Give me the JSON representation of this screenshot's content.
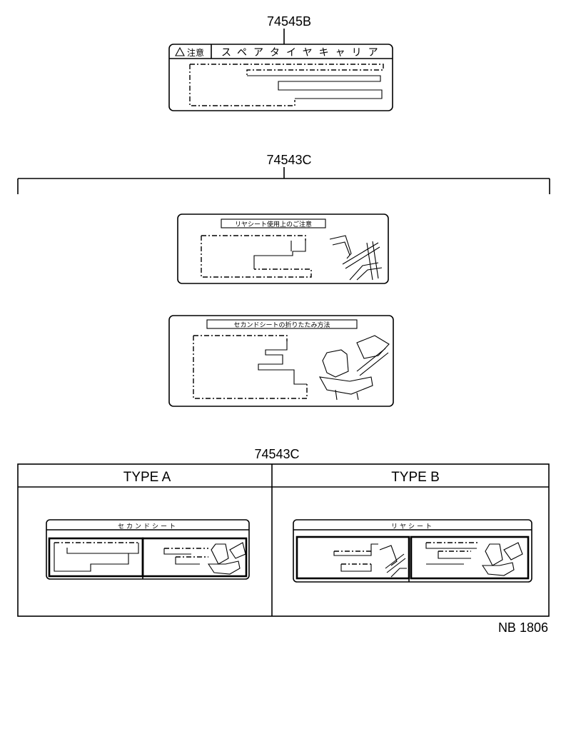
{
  "parts": {
    "top_label": "74545B",
    "middle_label": "74543C",
    "bottom_label": "74543C"
  },
  "labels": {
    "spare_caution_title": "注意",
    "spare_title": "スペアタイヤキャリア",
    "rear_seat_title": "リヤシート使用上のご注意",
    "second_seat_title": "セカンドシートの折りたたみ方法",
    "type_a_title": "セカンドシート",
    "type_b_title": "リヤシート"
  },
  "table": {
    "col_a": "TYPE A",
    "col_b": "TYPE B"
  },
  "footer": {
    "code": "NB 1806"
  }
}
